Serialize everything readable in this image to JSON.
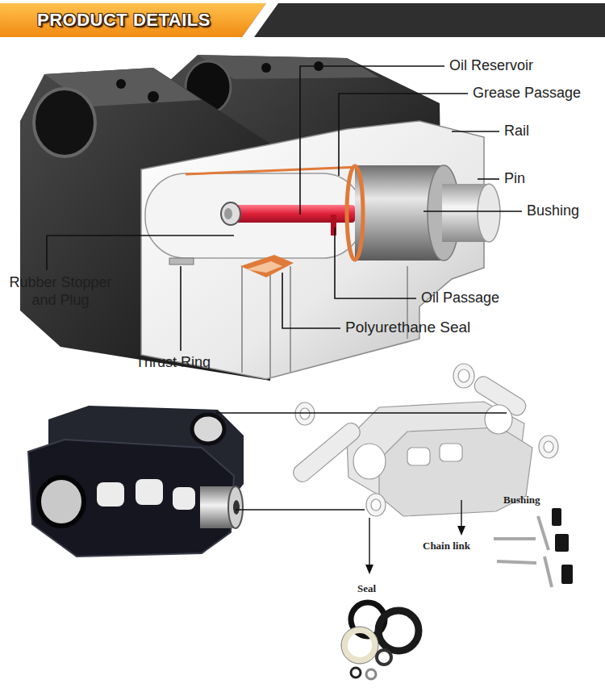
{
  "diagram": {
    "title": "PRODUCT DETAILS",
    "labels": [
      "Oil Reservoir",
      "Grease Passage",
      "Rail",
      "Pin",
      "Bushing",
      "Rubber Stopper and Plug",
      "Oil Passage",
      "Polyurethane Seal",
      "Thrust Ring",
      "Bushing",
      "Chain link",
      "Seal"
    ]
  }
}
